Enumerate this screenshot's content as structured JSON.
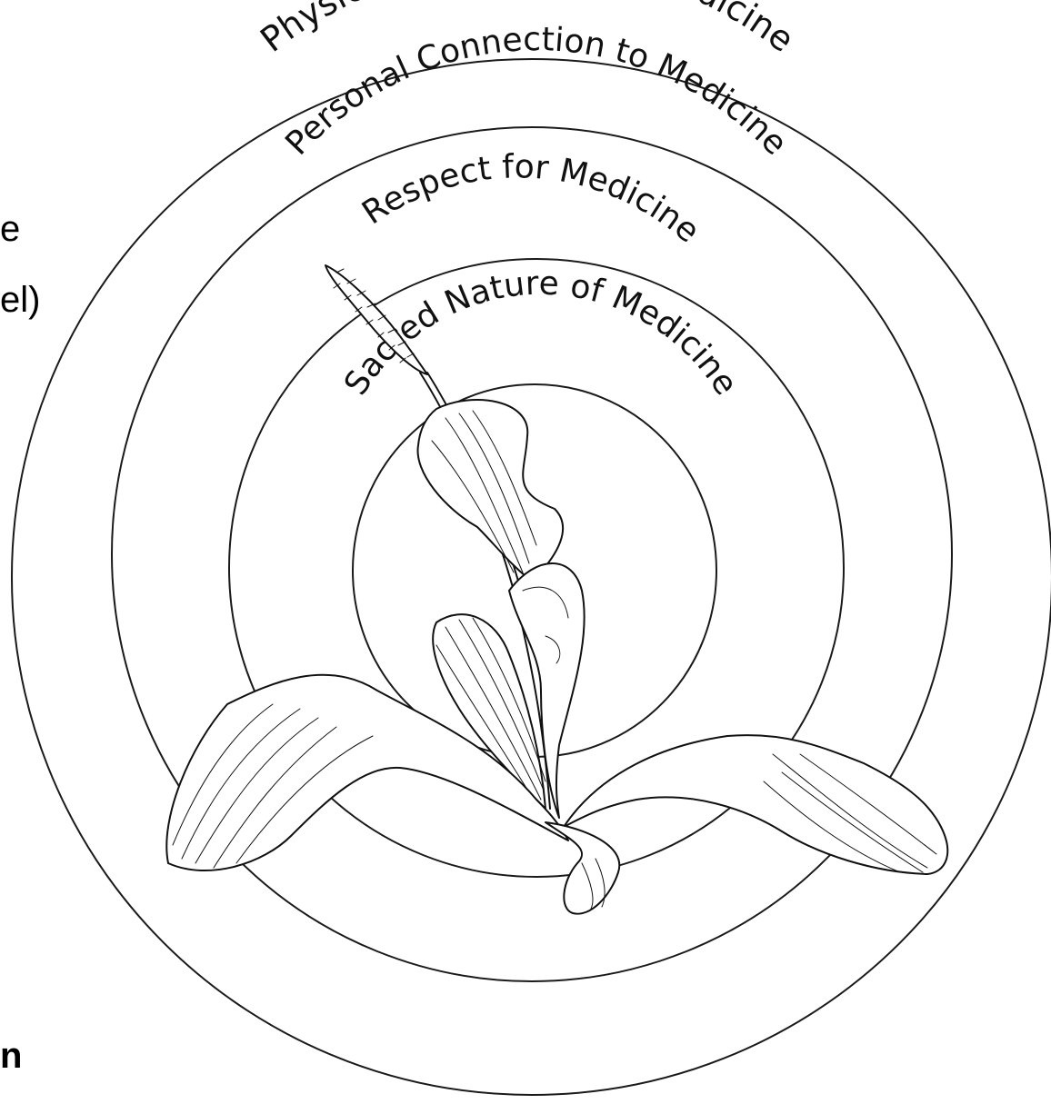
{
  "rings": [
    {
      "label": "Physical Knowledge of Medicine"
    },
    {
      "label": "Personal Connection to Medicine"
    },
    {
      "label": "Respect for Medicine"
    },
    {
      "label": "Sacred Nature of Medicine"
    }
  ],
  "left_fragments": {
    "line1": "e",
    "line2": "el)",
    "line3": "n"
  },
  "illustration": {
    "icon": "plantain-plant-icon"
  }
}
